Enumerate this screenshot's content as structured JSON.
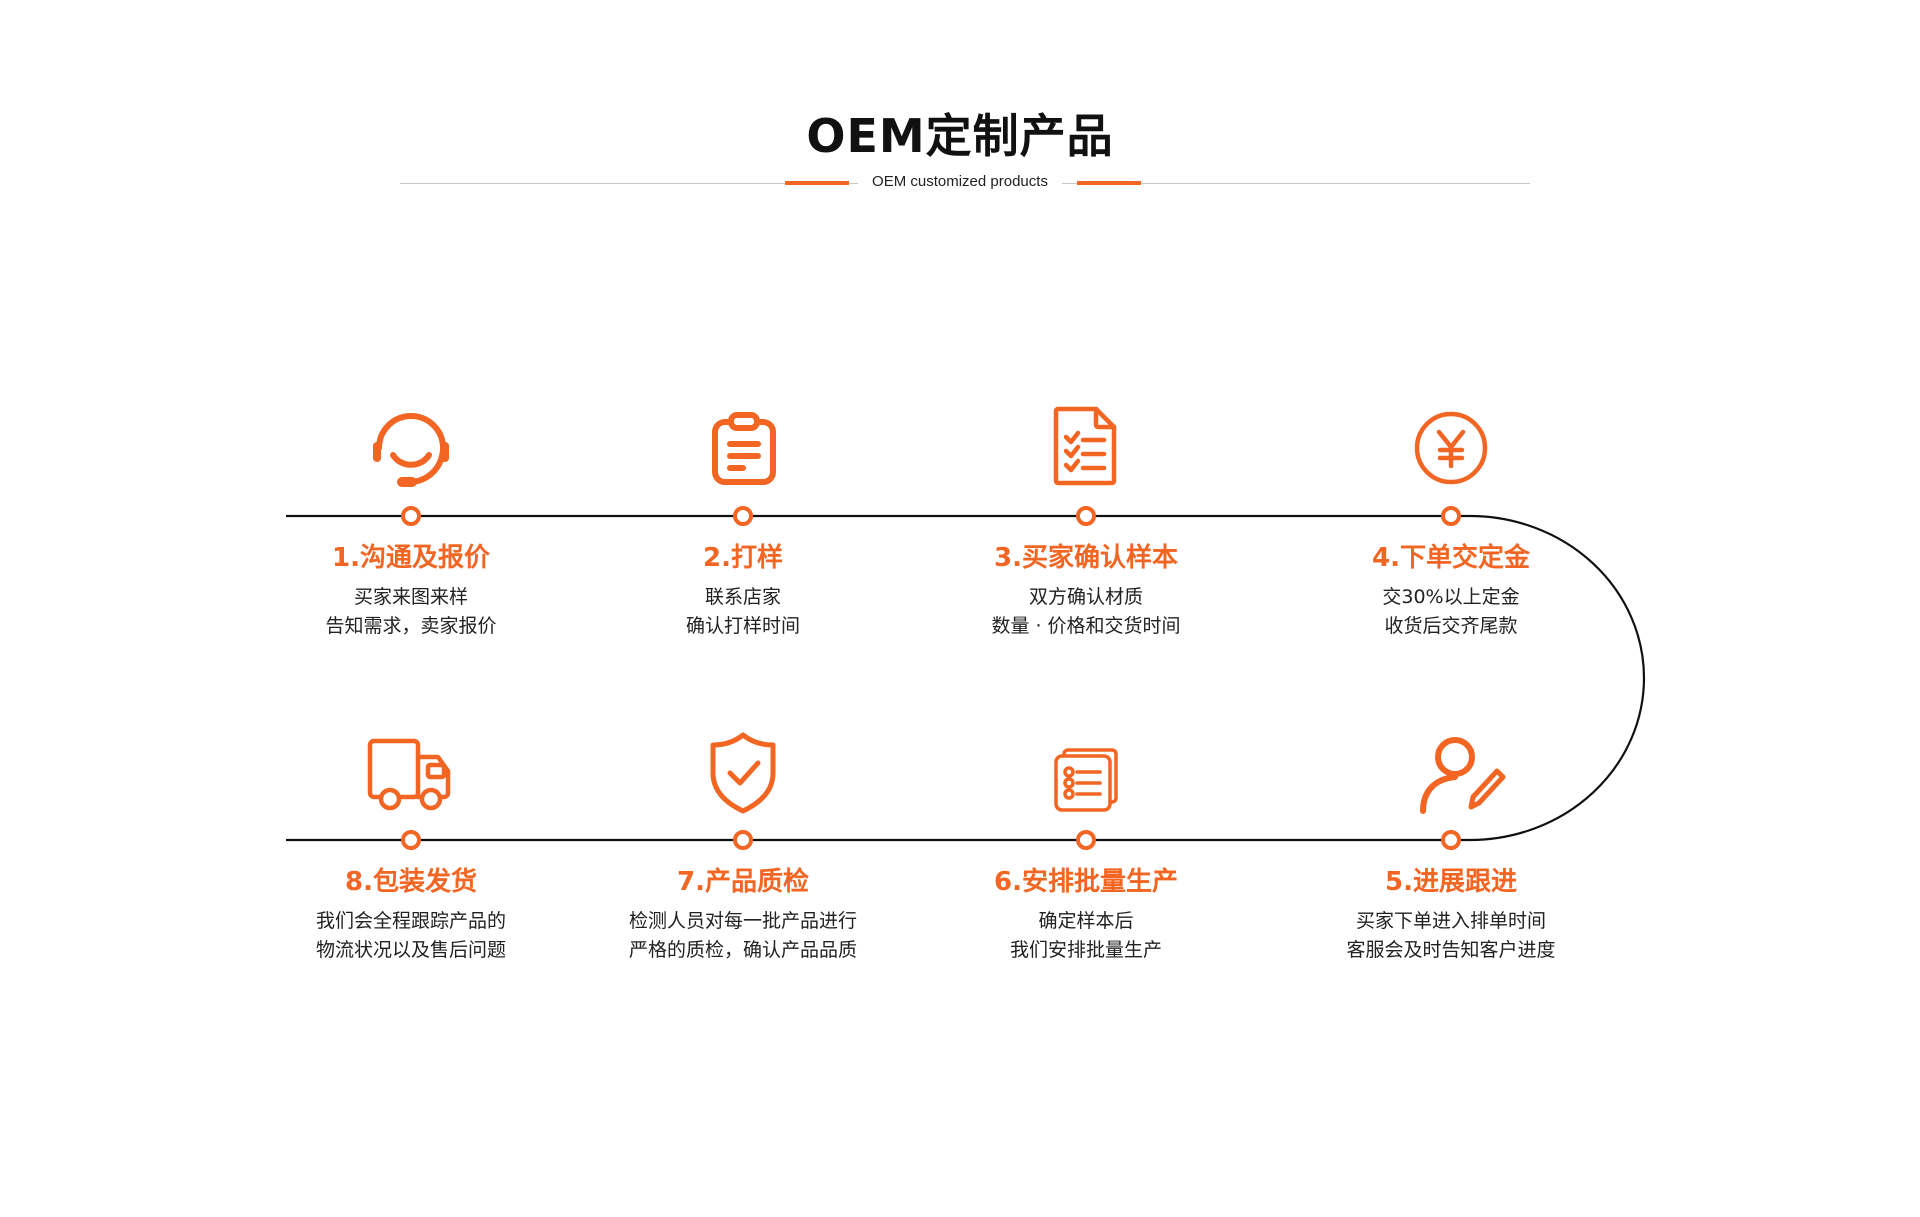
{
  "header": {
    "title": "OEM定制产品",
    "subtitle": "OEM customized products"
  },
  "colors": {
    "accent": "#F26522",
    "line": "#111111",
    "rule": "#C8C8C8",
    "text": "#222222"
  },
  "steps": [
    {
      "number": 1,
      "title": "1.沟通及报价",
      "desc1": "买家来图来样",
      "desc2": "告知需求，卖家报价",
      "icon": "headset-icon"
    },
    {
      "number": 2,
      "title": "2.打样",
      "desc1": "联系店家",
      "desc2": "确认打样时间",
      "icon": "clipboard-icon"
    },
    {
      "number": 3,
      "title": "3.买家确认样本",
      "desc1": "双方确认材质",
      "desc2": "数量 · 价格和交货时间",
      "icon": "checklist-document-icon"
    },
    {
      "number": 4,
      "title": "4.下单交定金",
      "desc1": "交30%以上定金",
      "desc2": "收货后交齐尾款",
      "icon": "yen-coin-icon"
    },
    {
      "number": 5,
      "title": "5.进展跟进",
      "desc1": "买家下单进入排单时间",
      "desc2": "客服会及时告知客户进度",
      "icon": "user-edit-icon"
    },
    {
      "number": 6,
      "title": "6.安排批量生产",
      "desc1": "确定样本后",
      "desc2": "我们安排批量生产",
      "icon": "list-stack-icon"
    },
    {
      "number": 7,
      "title": "7.产品质检",
      "desc1": "检测人员对每一批产品进行",
      "desc2": "严格的质检，确认产品品质",
      "icon": "shield-check-icon"
    },
    {
      "number": 8,
      "title": "8.包装发货",
      "desc1": "我们会全程跟踪产品的",
      "desc2": "物流状况以及售后问题",
      "icon": "truck-icon"
    }
  ]
}
